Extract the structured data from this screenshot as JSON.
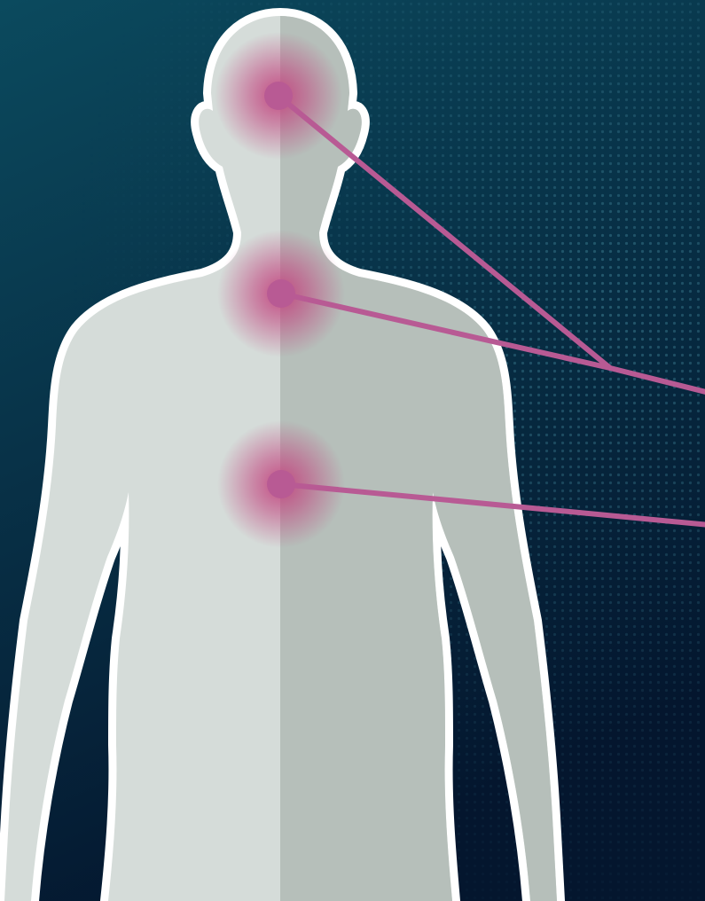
{
  "colors": {
    "background_top": "#0b4a5e",
    "background_bottom": "#04162e",
    "dot_pattern": "#3d7f93",
    "body_left": "#d5dcd9",
    "body_right": "#b6bfba",
    "outline": "#ffffff",
    "marker": "#b85a94",
    "glow": "#c2457f"
  },
  "markers": [
    {
      "id": "head",
      "label": ""
    },
    {
      "id": "neck",
      "label": ""
    },
    {
      "id": "chest",
      "label": ""
    }
  ]
}
